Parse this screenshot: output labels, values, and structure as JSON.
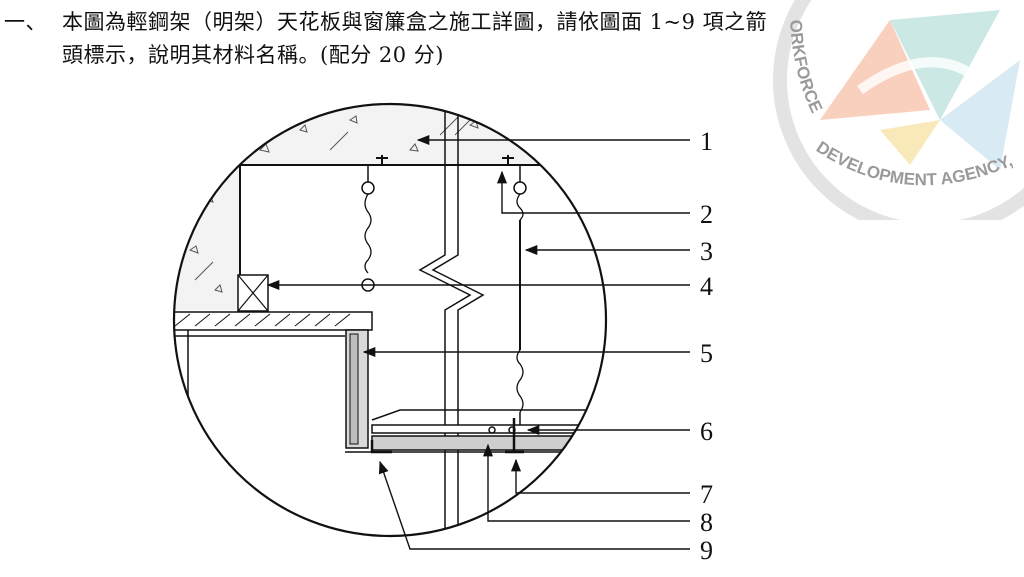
{
  "question": {
    "number": "一、",
    "line1": "本圖為輕鋼架（明架）天花板與窗簾盒之施工詳圖，請依圖面 1~9 項之箭",
    "line2": "頭標示，說明其材料名稱。(配分 20 分)"
  },
  "watermark": {
    "text_arc_left": "ORKFORCE",
    "text_arc_bottom": "DEVELOPMENT AGENCY, MIN",
    "colors": [
      "#f4a987",
      "#a8d8d2",
      "#f6df9a",
      "#b8d9ea"
    ]
  },
  "callouts": [
    {
      "label": "1"
    },
    {
      "label": "2"
    },
    {
      "label": "3"
    },
    {
      "label": "4"
    },
    {
      "label": "5"
    },
    {
      "label": "6"
    },
    {
      "label": "7"
    },
    {
      "label": "8"
    },
    {
      "label": "9"
    }
  ]
}
